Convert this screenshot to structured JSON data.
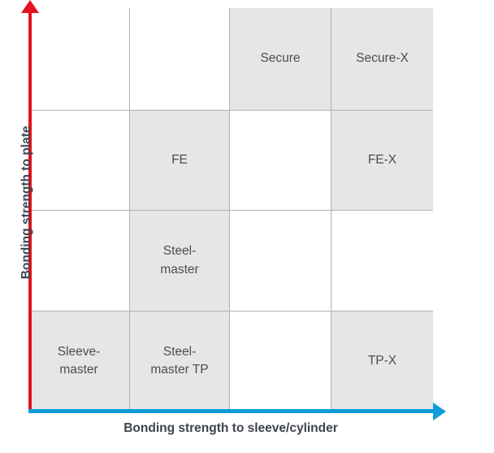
{
  "axes": {
    "y_title": "Bonding strength to plate",
    "x_title": "Bonding strength to sleeve/cylinder",
    "y_color": "#e2121f",
    "x_color": "#0d9ddb"
  },
  "style": {
    "filled_cell_color": "#e6e6e6",
    "grid_line_color": "#b0b0b0",
    "cell_text_color": "#4d4d4d",
    "axis_text_color": "#3e434e"
  },
  "chart_data": {
    "type": "table",
    "title": "",
    "xlabel": "Bonding strength to sleeve/cylinder",
    "ylabel": "Bonding strength to plate",
    "grid": true,
    "legend": "none",
    "columns": 4,
    "rows": 4,
    "cells": [
      {
        "row": 1,
        "col": 1,
        "label": "",
        "filled": false
      },
      {
        "row": 1,
        "col": 2,
        "label": "",
        "filled": false
      },
      {
        "row": 1,
        "col": 3,
        "label": "Secure",
        "filled": true
      },
      {
        "row": 1,
        "col": 4,
        "label": "Secure-X",
        "filled": true
      },
      {
        "row": 2,
        "col": 1,
        "label": "",
        "filled": false
      },
      {
        "row": 2,
        "col": 2,
        "label": "FE",
        "filled": true
      },
      {
        "row": 2,
        "col": 3,
        "label": "",
        "filled": false
      },
      {
        "row": 2,
        "col": 4,
        "label": "FE-X",
        "filled": true
      },
      {
        "row": 3,
        "col": 1,
        "label": "",
        "filled": false
      },
      {
        "row": 3,
        "col": 2,
        "label": "Steel-\nmaster",
        "filled": true
      },
      {
        "row": 3,
        "col": 3,
        "label": "",
        "filled": false
      },
      {
        "row": 3,
        "col": 4,
        "label": "",
        "filled": false
      },
      {
        "row": 4,
        "col": 1,
        "label": "Sleeve-\nmaster",
        "filled": true
      },
      {
        "row": 4,
        "col": 2,
        "label": "Steel-\nmaster TP",
        "filled": true
      },
      {
        "row": 4,
        "col": 3,
        "label": "",
        "filled": false
      },
      {
        "row": 4,
        "col": 4,
        "label": "TP-X",
        "filled": true
      }
    ]
  }
}
